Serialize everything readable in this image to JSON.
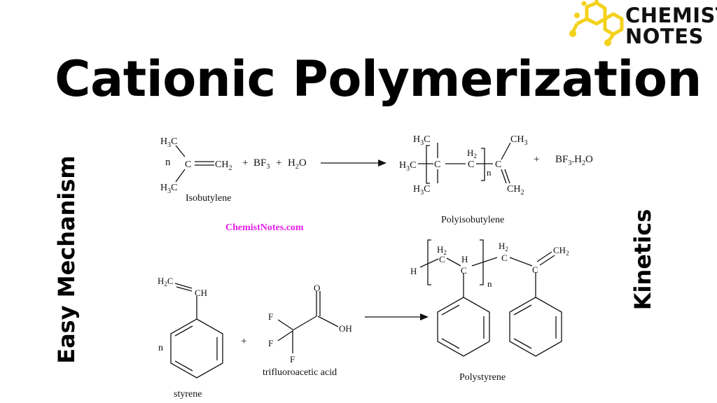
{
  "brand": {
    "line1": "CHEMIST",
    "line2": "NOTES",
    "logo_color": "#f2d21b"
  },
  "title": "Cationic Polymerization",
  "side_left": "Easy Mechanism",
  "side_right": "Kinetics",
  "watermark": "ChemistNotes.com",
  "reaction1": {
    "n": "n",
    "h3c": "H",
    "c": "C",
    "ch": "CH",
    "sub3": "3",
    "sub2": "2",
    "plus": "+",
    "bf": "BF",
    "h": "H",
    "o": "O",
    "reactant_name": "Isobutylene",
    "product_tail": "BF",
    "product_tail_dot": ".H",
    "product_name": "Polyisobutylene"
  },
  "reaction2": {
    "h2c": "H",
    "ch": "CH",
    "h": "H",
    "c": "C",
    "f": "F",
    "o": "O",
    "oh": "OH",
    "n": "n",
    "plus": "+",
    "sub2": "2",
    "monomer_name": "styrene",
    "acid_name": "trifluoroacetic acid",
    "product_name": "Polystyrene"
  }
}
